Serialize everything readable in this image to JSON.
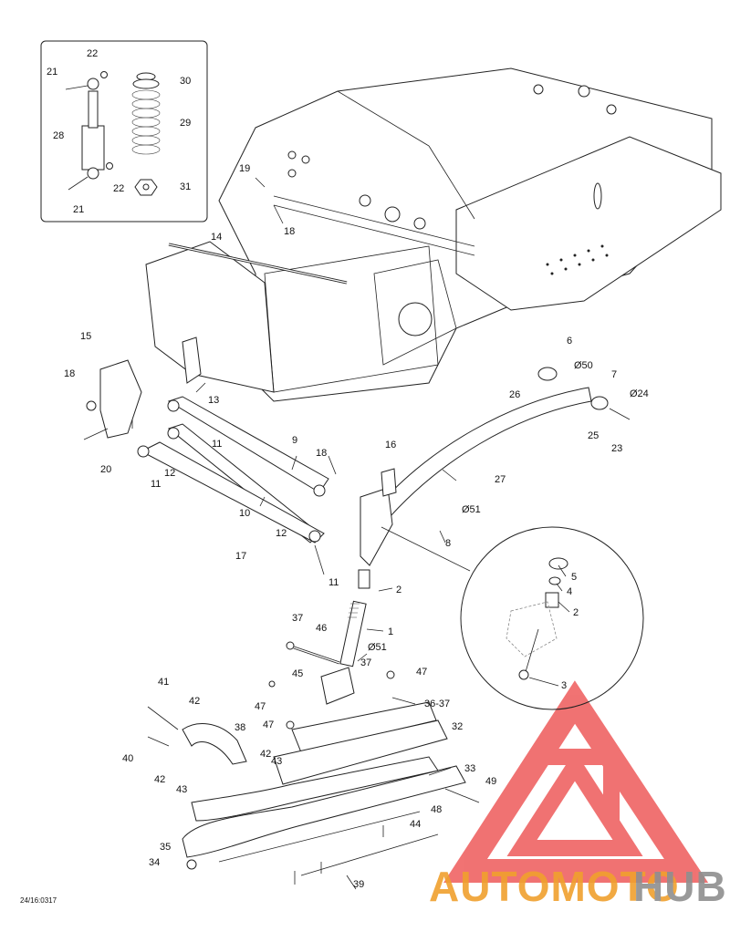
{
  "diagram": {
    "ref_code": "24/16:0317",
    "labels": {
      "inset": [
        "22",
        "21",
        "30",
        "29",
        "28",
        "22",
        "31",
        "21"
      ],
      "main": [
        "19",
        "18",
        "14",
        "15",
        "13",
        "18",
        "20",
        "11",
        "12",
        "11",
        "9",
        "18",
        "10",
        "16",
        "27",
        "17",
        "12",
        "11",
        "2",
        "1",
        "37",
        "46",
        "37",
        "45",
        "41",
        "42",
        "47",
        "38",
        "40",
        "42",
        "43",
        "42",
        "43",
        "36-37",
        "32",
        "33",
        "48",
        "49",
        "44",
        "35",
        "34",
        "39",
        "26",
        "25",
        "23",
        "8"
      ],
      "lube": [
        "6",
        "7",
        "Ø50",
        "Ø24",
        "Ø51",
        "Ø51"
      ],
      "detail": [
        "5",
        "4",
        "2",
        "3"
      ],
      "extra": [
        "47",
        "47"
      ]
    }
  },
  "watermark": {
    "text_primary": "AUTOMOTO",
    "text_secondary": "HUB",
    "color_primary": "#f0a02e",
    "color_secondary": "#8f8f8f",
    "logo_color": "#ee5a5a"
  }
}
